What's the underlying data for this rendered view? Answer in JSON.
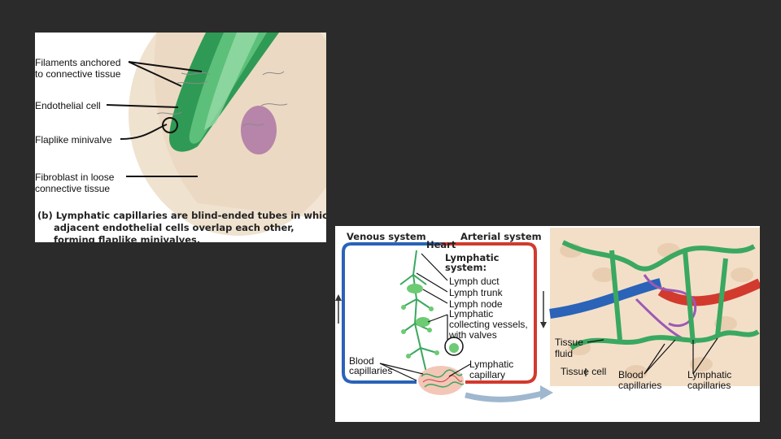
{
  "top_panel": {
    "labels": {
      "filaments_line1": "Filaments anchored",
      "filaments_line2": "to connective tissue",
      "endothelial": "Endothelial cell",
      "minivalve": "Flaplike minivalve",
      "fibroblast_line1": "Fibroblast in loose",
      "fibroblast_line2": "connective tissue"
    },
    "caption": {
      "line1": "(b) Lymphatic capillaries are blind-ended tubes in which",
      "line2": "adjacent endothelial cells overlap each other,",
      "line3": "forming flaplike minivalves."
    }
  },
  "bottom_panel": {
    "labels": {
      "venous": "Venous system",
      "heart": "Heart",
      "arterial": "Arterial system",
      "lymphatic_system_line1": "Lymphatic",
      "lymphatic_system_line2": "system:",
      "lymph_duct": "Lymph duct",
      "lymph_trunk": "Lymph trunk",
      "lymph_node": "Lymph node",
      "collecting_line1": "Lymphatic",
      "collecting_line2": "collecting vessels,",
      "collecting_line3": "with valves",
      "blood_caps_left_line1": "Blood",
      "blood_caps_left_line2": "capillaries",
      "lymph_capillary_line1": "Lymphatic",
      "lymph_capillary_line2": "capillary",
      "tissue_fluid_line1": "Tissue",
      "tissue_fluid_line2": "fluid",
      "tissue_cell": "Tissue cell",
      "blood_caps_right_line1": "Blood",
      "blood_caps_right_line2": "capillaries",
      "lymph_caps_right_line1": "Lymphatic",
      "lymph_caps_right_line2": "capillaries"
    }
  },
  "colors": {
    "background": "#2b2b2b",
    "lymph_green": "#3aa860",
    "vein_blue": "#2a63b8",
    "artery_red": "#d23a2e",
    "tissue_beige": "#f3dfc8"
  }
}
